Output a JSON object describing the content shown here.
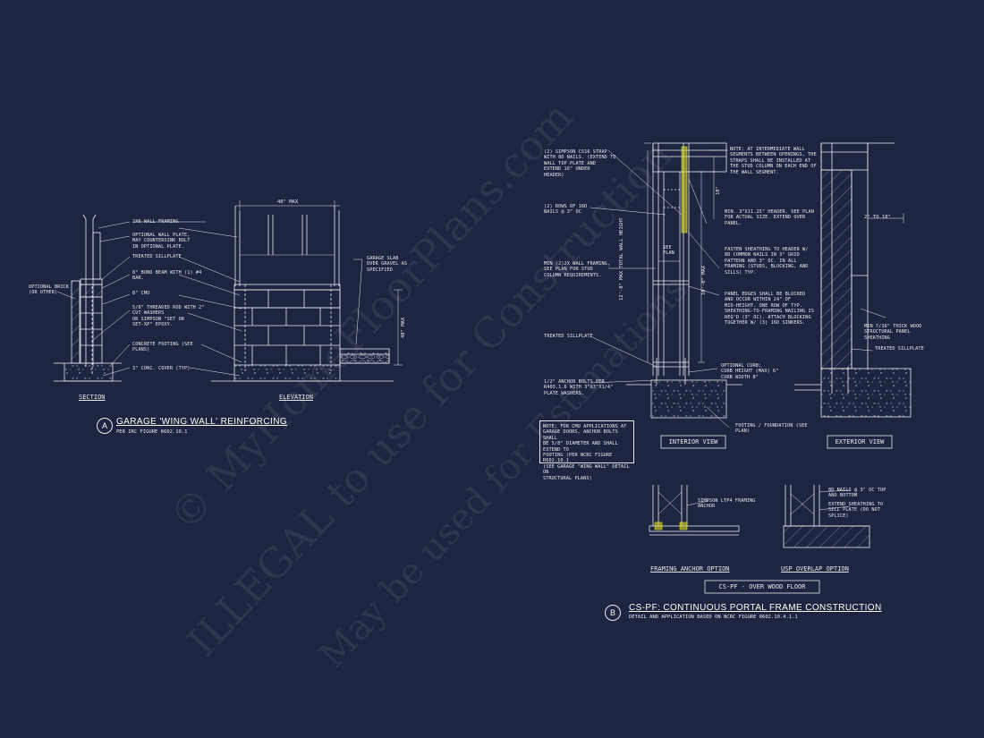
{
  "detail_a": {
    "marker": "A",
    "title": "GARAGE 'WING WALL' REINFORCING",
    "subtitle": "PER IRC FIGURE R602.10.1",
    "section_label": "SECTION",
    "elevation_label": "ELEVATION",
    "dim_width": "48\" MAX",
    "dim_height": "48\" MAX",
    "notes": {
      "optional_brick": "OPTIONAL BRICK\n(OR OTHER)",
      "wall_framing": "2x6 WALL FRAMING",
      "optional_plate": "OPTIONAL WALL PLATE,\nMAY COUNTERSINK BOLT\nIN OPTIONAL PLATE.",
      "treated_sillplate": "TREATED SILLPLATE",
      "bond_beam": "8\" BOND BEAM WITH (1) #4\nBAR.",
      "cmu": "8\" CMU",
      "threaded_rod": "5/8\" THREADED ROD WITH 2\"\nCUT WASHERS\nOR SIMPSON \"SET OR\nSET-XP\" EPOXY.",
      "concrete_footing": "CONCRETE FOOTING (SEE\nPLANS)",
      "conc_cover": "3\" CONC. COVER (TYP)",
      "garage_slab": "GARAGE SLAB\nOVER GRAVEL AS\nSPECIFIED"
    }
  },
  "detail_b": {
    "marker": "B",
    "title": "CS-PF: CONTINUOUS PORTAL FRAME CONSTRUCTION",
    "subtitle": "DETAIL AND APPLICATION BASED ON NCRC FIGURE R602.10.4.1.1",
    "interior_view": "INTERIOR VIEW",
    "exterior_view": "EXTERIOR VIEW",
    "framing_anchor_option": "FRAMING ANCHOR OPTION",
    "usp_overlap_option": "USP OVERLAP OPTION",
    "wood_floor_box": "CS-PF - OVER WOOD FLOOR",
    "see_plan": "SEE\nPLAN",
    "dim_total_height": "12'-8\" MAX TOTAL WALL HEIGHT",
    "dim_wall_height": "10'-0\" MAX",
    "dim_header": "18\"",
    "dim_2_to_18": "2\" TO 18\"",
    "notes": {
      "simpson_strap": "(2) SIMPSON CS16 STRAP\nWITH 8d NAILS. (EXTEND TO\nWALL TOP PLATE AND\nEXTEND 16\" UNDER\nHEADER)",
      "rows_16d": "(2) ROWS OF 16d\nNAILS @ 3\" OC",
      "min_2x": "MIN (2)2X WALL FRAMING,\nSEE PLAN FOR STUD\nCOLUMN REQUIREMENTS.",
      "treated_sillplate": "TREATED SILLPLATE",
      "anchor_bolts": "1/2\" ANCHOR BOLTS PER\nR403.1.6 WITH 3\"x3\"x1/4\"\nPLATE WASHERS.",
      "cmu_note": "NOTE: FOR CMU APPLICATIONS AT\nGARAGE DOORS, ANCHOR BOLTS SHALL\nBE 5/8\" DIAMETER AND SHALL EXTEND TO\nFOOTING (PER NCRC FIGURE R602.10.1\n(SEE GARAGE \"WING WALL\" DETAIL ON\nSTRUCTURAL PLANS)",
      "intermediate": "NOTE: AT INTERMEDIATE WALL\nSEGMENTS BETWEEN OPENINGS, THE\nSTRAPS SHALL BE INSTALLED AT\nTHE STUD COLUMN ON EACH END OF\nTHE WALL SEGMENT.",
      "min_header": "MIN. 3\"x11.25\" HEADER. SEE PLAN\nFOR ACTUAL SIZE. EXTEND OVER\nPANEL.",
      "fasten_sheathing": "FASTEN SHEATHING TO HEADER W/\n8d COMMON NAILS IN 3\" GRID\nPATTERN AND 3\" OC. IN ALL\nFRAMING (STUDS, BLOCKING, AND\nSILLS) TYP.",
      "panel_edges": "PANEL EDGES SHALL BE BLOCKED\nAND OCCUR WITHIN 24\" OF\nMID-HEIGHT. ONE ROW OF TYP.\nSHEATHING-TO-FRAMING NAILING IS\nREQ'D (3\" OC). ATTACH BLOCKING\nTOGETHER W/ (3) 16d SINKERS.",
      "optional_curb": "OPTIONAL CURB;\nCURB HEIGHT (MAX) 6\"\nCURB WIDTH 8\"",
      "footing": "FOOTING / FOUNDATION (SEE\nPLAN)",
      "min_7_16": "MIN 7/16\" THICK WOOD\nSTRUCTURAL PANEL\nSHEATHING",
      "treated_sillplate_ext": "TREATED SILLPLATE",
      "simpson_ltp4": "SIMPSON LTP4 FRAMING\nANCHOR",
      "nails_8d": "8d NAILS @ 3\" OC TOP\nAND BOTTOM",
      "extend_sheathing": "EXTEND SHEATHING TO\nSILL PLATE (DO NOT\nSPLICE)"
    }
  },
  "watermark": {
    "line1": "© MyHomeFloorPlans.com",
    "line2": "ILLEGAL to use for Construction",
    "line3": "May be used for Estimations"
  },
  "colors": {
    "background": "#1e2540",
    "lines": "#e8eaf2",
    "highlight": "#e6e619"
  }
}
